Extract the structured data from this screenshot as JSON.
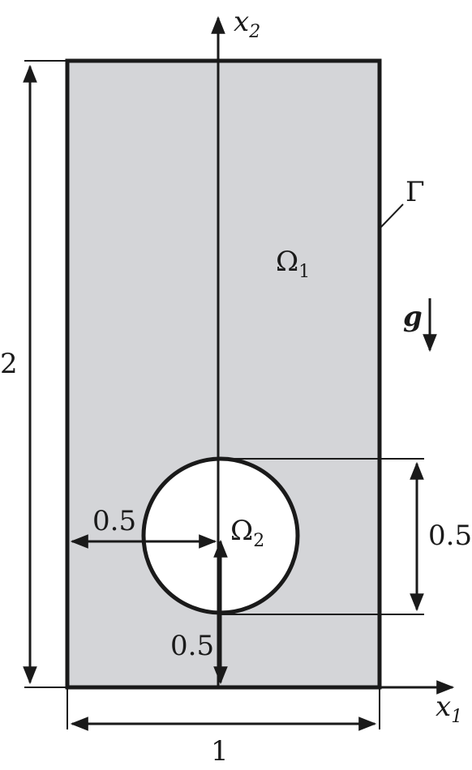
{
  "labels": {
    "x2_axis": "x",
    "x2_sub": "2",
    "x1_axis": "x",
    "x1_sub": "1",
    "boundary": "Γ",
    "omega1": "Ω",
    "omega1_sub": "1",
    "omega2": "Ω",
    "omega2_sub": "2",
    "gravity": "g",
    "height_dim": "2",
    "width_dim": "1",
    "hole_x_offset": "0.5",
    "hole_y_offset": "0.5",
    "hole_diameter": "0.5"
  },
  "colors": {
    "domain_fill": "#d4d5d8",
    "hole_fill": "#ffffff",
    "stroke": "#1a1a1a"
  }
}
